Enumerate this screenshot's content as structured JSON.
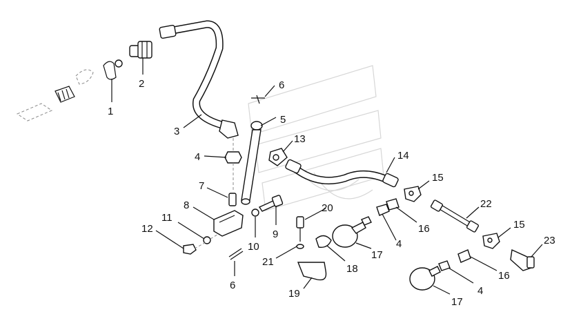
{
  "callouts": [
    {
      "id": "c1",
      "text": "1"
    },
    {
      "id": "c2",
      "text": "2"
    },
    {
      "id": "c3",
      "text": "3"
    },
    {
      "id": "c4a",
      "text": "4"
    },
    {
      "id": "c4b",
      "text": "4"
    },
    {
      "id": "c4c",
      "text": "4"
    },
    {
      "id": "c5",
      "text": "5"
    },
    {
      "id": "c6a",
      "text": "6"
    },
    {
      "id": "c6b",
      "text": "6"
    },
    {
      "id": "c7",
      "text": "7"
    },
    {
      "id": "c8",
      "text": "8"
    },
    {
      "id": "c9",
      "text": "9"
    },
    {
      "id": "c10",
      "text": "10"
    },
    {
      "id": "c11",
      "text": "11"
    },
    {
      "id": "c12",
      "text": "12"
    },
    {
      "id": "c13",
      "text": "13"
    },
    {
      "id": "c14",
      "text": "14"
    },
    {
      "id": "c15a",
      "text": "15"
    },
    {
      "id": "c15b",
      "text": "15"
    },
    {
      "id": "c16a",
      "text": "16"
    },
    {
      "id": "c16b",
      "text": "16"
    },
    {
      "id": "c17a",
      "text": "17"
    },
    {
      "id": "c17b",
      "text": "17"
    },
    {
      "id": "c18",
      "text": "18"
    },
    {
      "id": "c19",
      "text": "19"
    },
    {
      "id": "c20",
      "text": "20"
    },
    {
      "id": "c21",
      "text": "21"
    },
    {
      "id": "c22",
      "text": "22"
    },
    {
      "id": "c23",
      "text": "23"
    }
  ]
}
